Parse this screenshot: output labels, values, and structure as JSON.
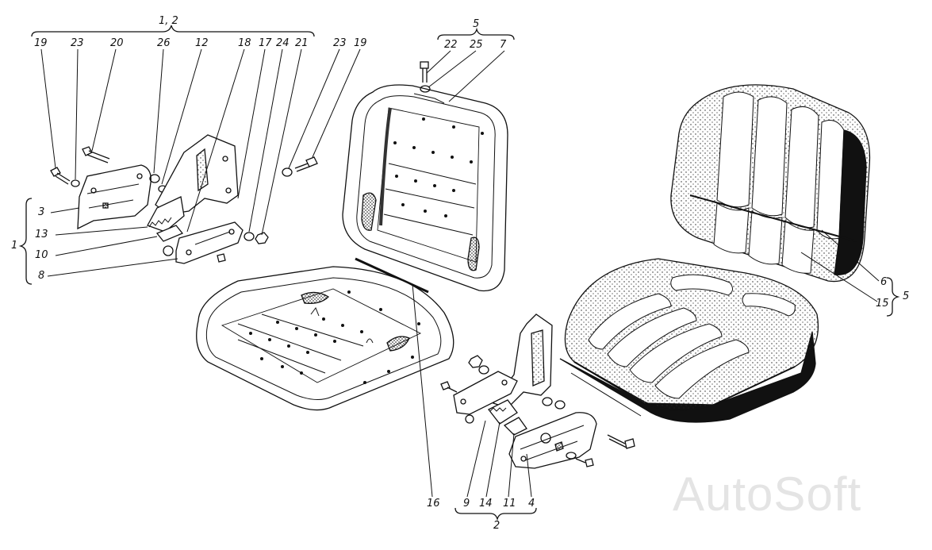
{
  "diagram": {
    "group_labels": {
      "left_assembly_top": "1, 2",
      "seatback_top": "5",
      "left_assembly_side": "1",
      "right_assembly_bottom": "2",
      "cushion_side": "5"
    },
    "callouts": {
      "c19a": "19",
      "c23a": "23",
      "c20": "20",
      "c26": "26",
      "c12": "12",
      "c18": "18",
      "c17": "17",
      "c24": "24",
      "c21": "21",
      "c23b": "23",
      "c19b": "19",
      "c22": "22",
      "c25": "25",
      "c7": "7",
      "c3": "3",
      "c13": "13",
      "c10": "10",
      "c8": "8",
      "c6": "6",
      "c15": "15",
      "c16": "16",
      "c9": "9",
      "c14": "14",
      "c11": "11",
      "c4": "4"
    },
    "watermark": "AutoSoft"
  }
}
